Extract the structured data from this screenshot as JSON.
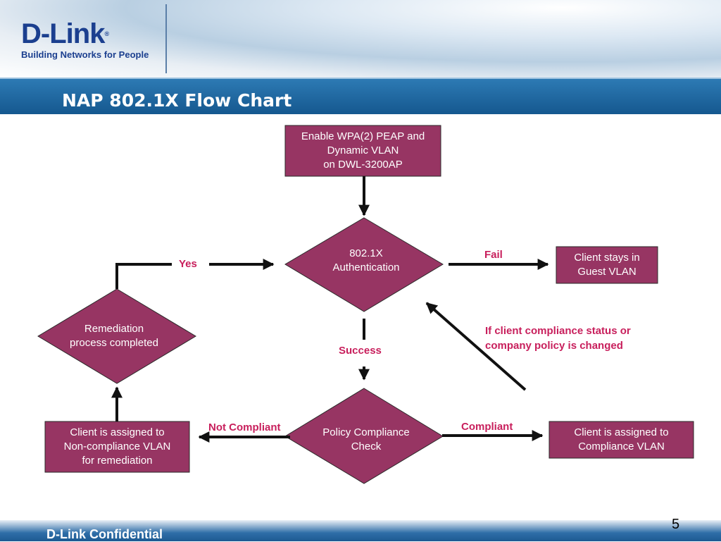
{
  "header": {
    "logo_text": "D-Link",
    "logo_reg": "®",
    "logo_tagline": "Building Networks for People",
    "title": "NAP 802.1X Flow Chart"
  },
  "footer": {
    "confidential": "D-Link Confidential",
    "page_number": "5"
  },
  "colors": {
    "node_fill": "#973563",
    "node_stroke": "#2a2a2a",
    "edge_label": "#c81f5c",
    "title_bar": "#1a6aa5"
  },
  "nodes": {
    "enable_wpa": "Enable WPA(2) PEAP and\nDynamic VLAN\non DWL-3200AP",
    "auth": "802.1X\nAuthentication",
    "guest_vlan": "Client stays in\nGuest VLAN",
    "remediation": "Remediation\nprocess completed",
    "policy_check": "Policy Compliance\nCheck",
    "noncompliance_vlan": "Client is assigned to\nNon-compliance VLAN\nfor remediation",
    "compliance_vlan": "Client is assigned to\nCompliance VLAN"
  },
  "edges": {
    "yes": "Yes",
    "fail": "Fail",
    "success": "Success",
    "not_compliant": "Not Compliant",
    "compliant": "Compliant",
    "policy_change": "If  client compliance status or\ncompany policy is changed"
  }
}
